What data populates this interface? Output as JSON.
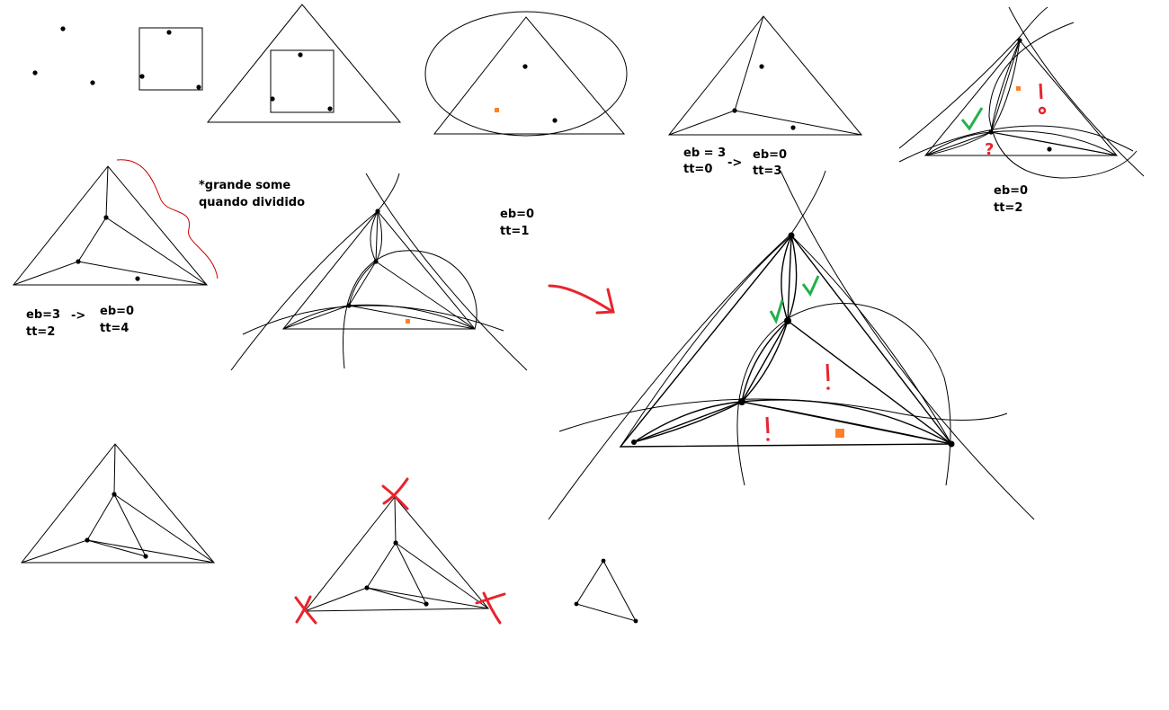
{
  "colors": {
    "ink": "#000000",
    "red_mark": "#e8242c",
    "green_mark": "#22b14c",
    "orange_mark": "#ff7f27",
    "curve_red": "#cc0000"
  },
  "icons": [
    "check-mark-icon",
    "exclamation-mark-icon",
    "question-mark-icon",
    "cross-mark-icon",
    "arrow-icon",
    "orange-square-icon"
  ],
  "labels": {
    "note": "*grande some",
    "note2": "quando dividido",
    "l1_a": "eb=3",
    "l1_b": "tt=2",
    "l1_arrow": "->",
    "l1_c": "eb=0",
    "l1_d": "tt=4",
    "l2_a": "eb=0",
    "l2_b": "tt=1",
    "l3_a": "eb = 3",
    "l3_b": "tt=0",
    "l3_arrow": "->",
    "l3_c": "eb=0",
    "l3_d": "tt=3",
    "l4_a": "eb=0",
    "l4_b": "tt=2",
    "mark_q": "?",
    "mark_excl": "!"
  }
}
